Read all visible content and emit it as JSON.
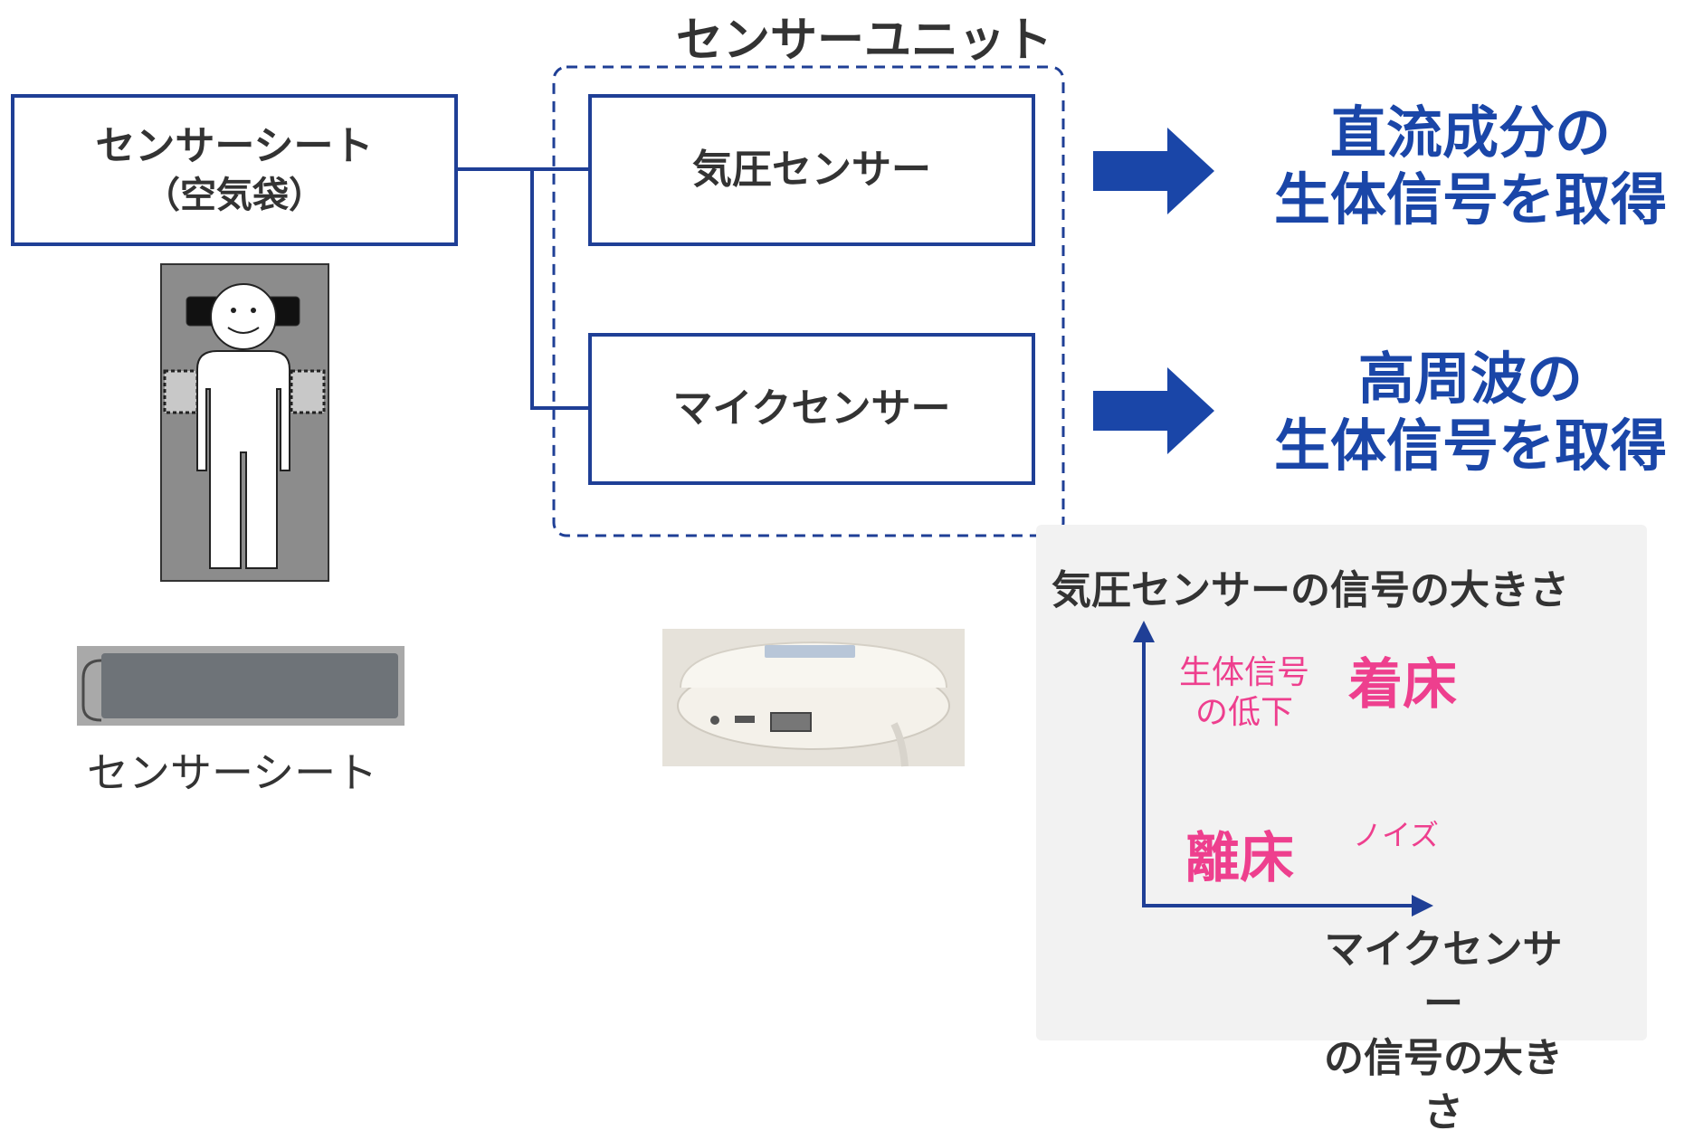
{
  "sensor_unit_title": "センサーユニット",
  "sheet_box": {
    "line1": "センサーシート",
    "line2": "（空気袋）"
  },
  "air_sensor_label": "気圧センサー",
  "mic_sensor_label": "マイクセンサー",
  "results": {
    "dc": {
      "line1": "直流成分の",
      "line2": "生体信号を取得"
    },
    "hf": {
      "line1": "高周波の",
      "line2": "生体信号を取得"
    }
  },
  "sheet_caption": "センサーシート",
  "graph": {
    "y_label": "気圧センサーの信号の大きさ",
    "x_label_line1": "マイクセンサー",
    "x_label_line2": "の信号の大きさ",
    "annot_low_signal_line1": "生体信号",
    "annot_low_signal_line2": "の低下",
    "annot_in_bed": "着床",
    "annot_out_of_bed": "離床",
    "annot_noise": "ノイズ"
  },
  "colors": {
    "navy": "#1f3f96",
    "result_blue": "#1a46a8",
    "pink": "#ee3f8e",
    "panel_bg": "#f2f2f2"
  }
}
